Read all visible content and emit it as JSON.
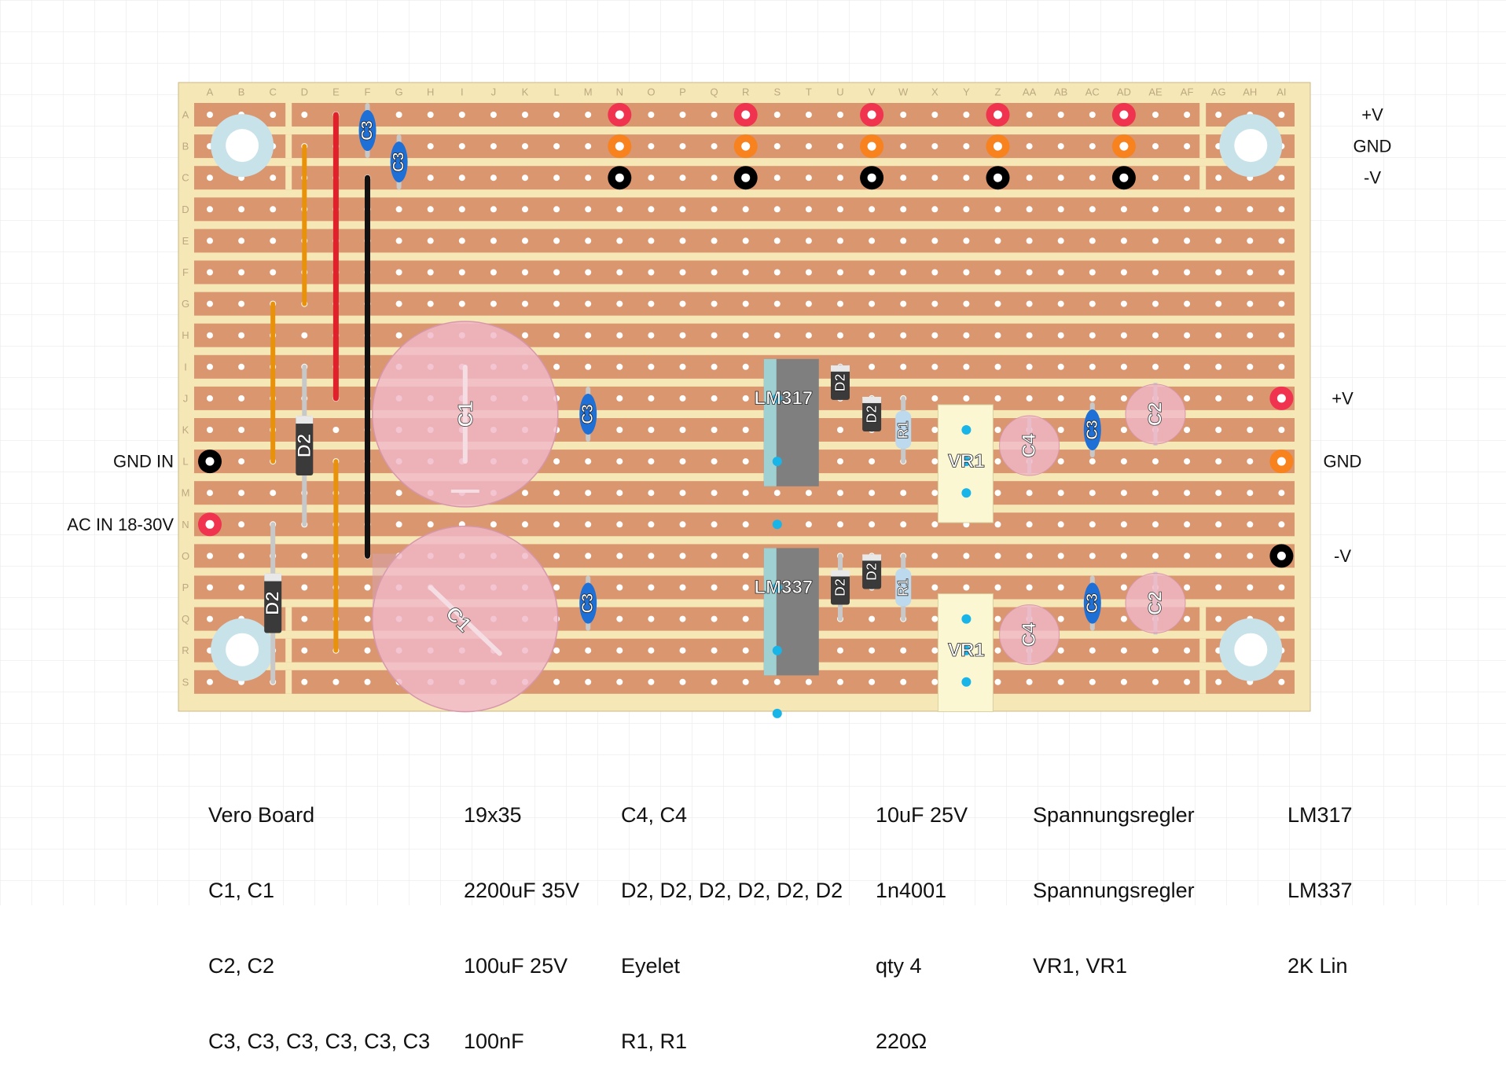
{
  "board": {
    "columns": [
      "A",
      "B",
      "C",
      "D",
      "E",
      "F",
      "G",
      "H",
      "I",
      "J",
      "K",
      "L",
      "M",
      "N",
      "O",
      "P",
      "Q",
      "R",
      "S",
      "T",
      "U",
      "V",
      "W",
      "X",
      "Y",
      "Z",
      "AA",
      "AB",
      "AC",
      "AD",
      "AE",
      "AF",
      "AG",
      "AH",
      "AI"
    ],
    "rows": [
      "A",
      "B",
      "C",
      "D",
      "E",
      "F",
      "G",
      "H",
      "I",
      "J",
      "K",
      "L",
      "M",
      "N",
      "O",
      "P",
      "Q",
      "R",
      "S"
    ]
  },
  "colors": {
    "board": "#f6e7b6",
    "strip": "#d9966f",
    "wire_red": "#e0202a",
    "wire_black": "#111111",
    "wire_orange": "#e8920c",
    "pad_red": "#f0334e",
    "pad_orange": "#f7821e",
    "pad_black": "#000000",
    "cap_pink": "#f0b8c8",
    "ceramic_blue": "#1e6fd6",
    "regulator_teal": "#9fd0d2"
  },
  "right_labels": [
    {
      "text": "+V",
      "row": 0
    },
    {
      "text": "GND",
      "row": 1
    },
    {
      "text": "-V",
      "row": 2
    },
    {
      "text": "+V",
      "row": 9
    },
    {
      "text": "GND",
      "row": 11
    },
    {
      "text": "-V",
      "row": 14
    }
  ],
  "left_labels": [
    {
      "text": "GND IN",
      "row": 11
    },
    {
      "text": "AC IN 18-30V",
      "row": 13
    }
  ],
  "components": {
    "c1_top": "C1",
    "c1_bottom": "C1",
    "c2_top": "C2",
    "c2_bottom": "C2",
    "c3_labels": [
      "C3",
      "C3",
      "C3",
      "C3",
      "C3",
      "C3"
    ],
    "c4_top": "C4",
    "c4_bottom": "C4",
    "d2_labels": [
      "D2",
      "D2",
      "D2",
      "D2",
      "D2",
      "D2"
    ],
    "r1_top": "R1",
    "r1_bottom": "R1",
    "vr1_top": "VR1",
    "vr1_bottom": "VR1",
    "reg_top": "LM317",
    "reg_bottom": "LM337"
  },
  "bom": {
    "col1": [
      "Vero Board",
      "C1, C1",
      "C2, C2",
      "C3, C3, C3, C3, C3, C3"
    ],
    "col2": [
      "19x35",
      "2200uF 35V",
      "100uF 25V",
      "100nF"
    ],
    "col3": [
      "C4, C4",
      "D2, D2, D2, D2, D2, D2",
      "Eyelet",
      "R1, R1"
    ],
    "col4": [
      "10uF 25V",
      "1n4001",
      "qty 4",
      "220Ω"
    ],
    "col5": [
      "Spannungsregler",
      "Spannungsregler",
      "VR1, VR1"
    ],
    "col6": [
      "LM317",
      "LM337",
      "2K Lin"
    ]
  }
}
